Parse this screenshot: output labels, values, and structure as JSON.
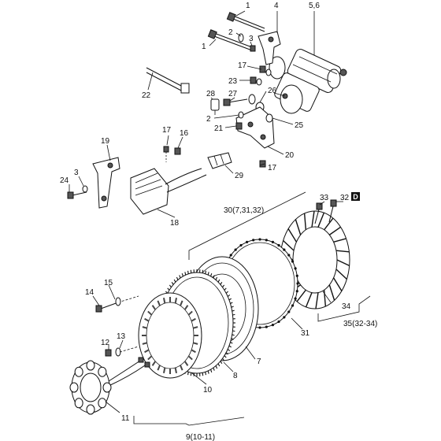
{
  "diagram": {
    "callouts": [
      {
        "id": "c-1a",
        "text": "1"
      },
      {
        "id": "c-4",
        "text": "4"
      },
      {
        "id": "c-56",
        "text": "5,6"
      },
      {
        "id": "c-2a",
        "text": "2"
      },
      {
        "id": "c-3a",
        "text": "3"
      },
      {
        "id": "c-1b",
        "text": "1"
      },
      {
        "id": "c-17a",
        "text": "17"
      },
      {
        "id": "c-23",
        "text": "23"
      },
      {
        "id": "c-22",
        "text": "22"
      },
      {
        "id": "c-28",
        "text": "28"
      },
      {
        "id": "c-27",
        "text": "27"
      },
      {
        "id": "c-26",
        "text": "26"
      },
      {
        "id": "c-2b",
        "text": "2"
      },
      {
        "id": "c-21",
        "text": "21"
      },
      {
        "id": "c-25",
        "text": "25"
      },
      {
        "id": "c-20",
        "text": "20"
      },
      {
        "id": "c-17b",
        "text": "17"
      },
      {
        "id": "c-17c",
        "text": "17"
      },
      {
        "id": "c-16",
        "text": "16"
      },
      {
        "id": "c-19",
        "text": "19"
      },
      {
        "id": "c-3b",
        "text": "3"
      },
      {
        "id": "c-24",
        "text": "24"
      },
      {
        "id": "c-29",
        "text": "29"
      },
      {
        "id": "c-18",
        "text": "18"
      },
      {
        "id": "c-33",
        "text": "33"
      },
      {
        "id": "c-32",
        "text": "32"
      },
      {
        "id": "c-30",
        "text": "30(7,31,32)"
      },
      {
        "id": "c-34",
        "text": "34"
      },
      {
        "id": "c-35",
        "text": "35(32-34)"
      },
      {
        "id": "c-31",
        "text": "31"
      },
      {
        "id": "c-14",
        "text": "14"
      },
      {
        "id": "c-15",
        "text": "15"
      },
      {
        "id": "c-12",
        "text": "12"
      },
      {
        "id": "c-13",
        "text": "13"
      },
      {
        "id": "c-7",
        "text": "7"
      },
      {
        "id": "c-8",
        "text": "8"
      },
      {
        "id": "c-10",
        "text": "10"
      },
      {
        "id": "c-11",
        "text": "11"
      },
      {
        "id": "c-9",
        "text": "9(10-11)"
      }
    ],
    "badge": "D"
  }
}
